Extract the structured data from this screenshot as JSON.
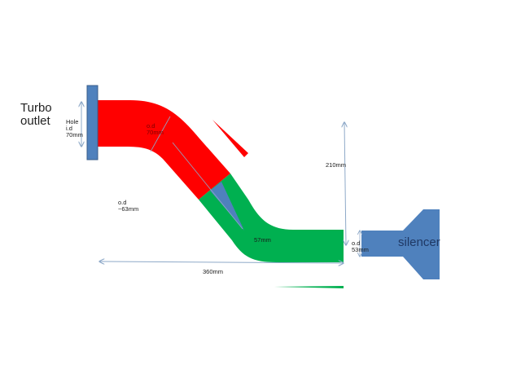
{
  "diagram": {
    "title_left": {
      "line1": "Turbo",
      "line2": "outlet"
    },
    "labels": {
      "hole_id": {
        "line1": "Hole",
        "line2": "i.d",
        "line3": "70mm"
      },
      "od_70": {
        "line1": "o.d",
        "line2": "70mm"
      },
      "od_63": {
        "line1": "o.d",
        "line2": "~63mm"
      },
      "d_57": "57mm",
      "h_210": "210mm",
      "od_53": {
        "line1": "o.d",
        "line2": "53mm"
      },
      "w_360": "360mm",
      "silencer": "silencer"
    },
    "colors": {
      "red_section": "#FF0000",
      "green_section": "#00B050",
      "blue_parts": "#4F81BD",
      "arrows": "#8EA9C8",
      "flange_border": "#385D8A"
    },
    "components": [
      {
        "name": "turbo-flange",
        "color": "blue"
      },
      {
        "name": "red-pipe-section",
        "color": "red",
        "od": "70mm"
      },
      {
        "name": "green-pipe-section",
        "color": "green",
        "od": "57mm"
      },
      {
        "name": "silencer",
        "color": "blue",
        "inlet_od": "53mm"
      }
    ],
    "dimensions": {
      "overall_length": "360mm",
      "vertical_drop": "210mm"
    }
  }
}
